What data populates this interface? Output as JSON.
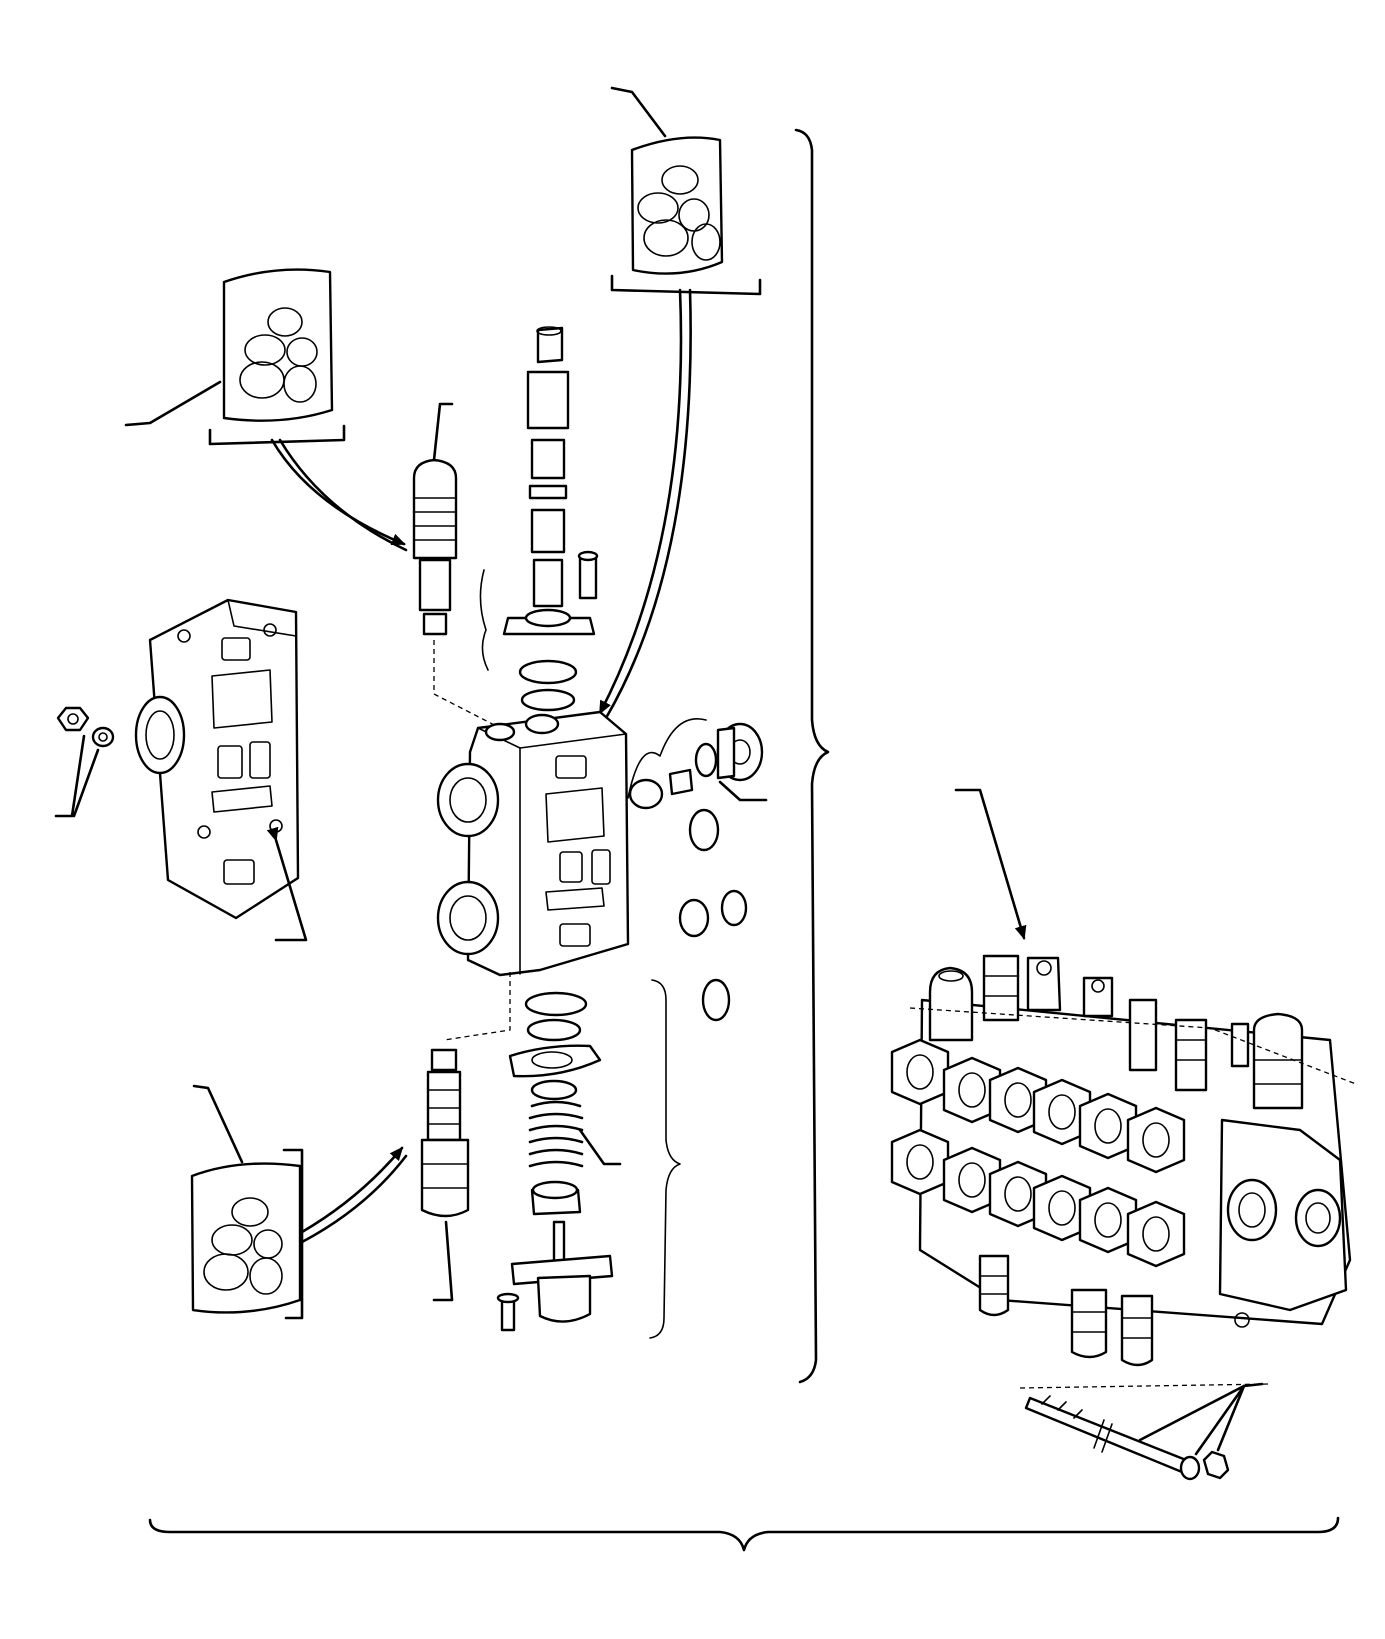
{
  "diagram": {
    "type": "exploded-parts-view",
    "callout_labels": [],
    "components": [
      "seal-kit-top",
      "seal-kit-left",
      "seal-kit-bottom",
      "end-cover",
      "valve-section-body",
      "spool",
      "relief-cartridge-top",
      "relief-cartridge-bottom",
      "check-valve",
      "centering-spring",
      "assembled-control-valve",
      "tie-rod"
    ]
  }
}
